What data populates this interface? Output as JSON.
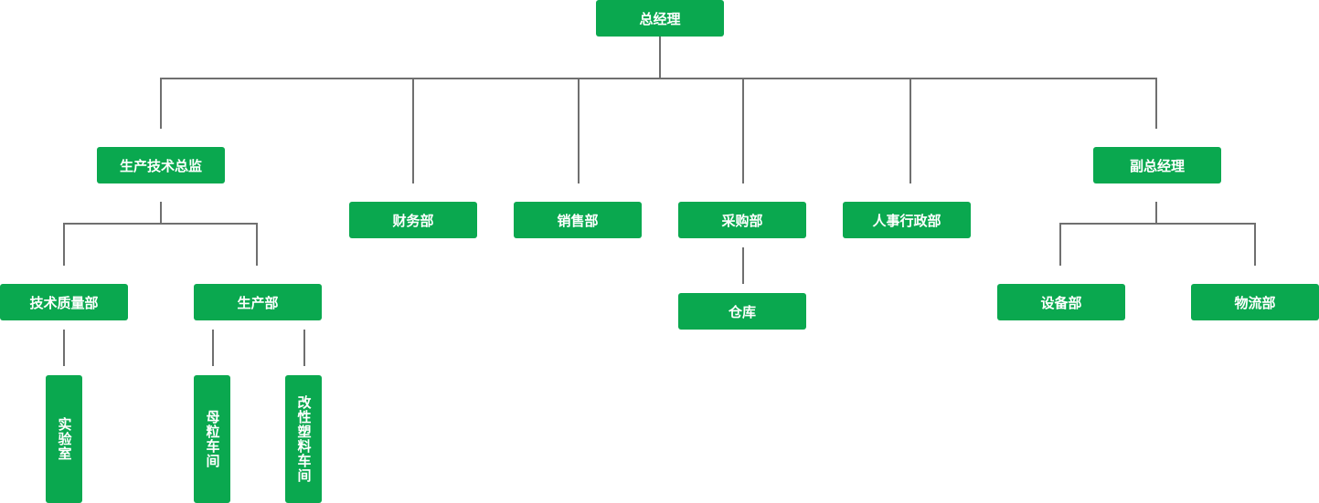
{
  "org": {
    "gm": "总经理",
    "prod_director": "生产技术总监",
    "finance": "财务部",
    "sales": "销售部",
    "purchase": "采购部",
    "hr_admin": "人事行政部",
    "deputy_gm": "副总经理",
    "tech_quality": "技术质量部",
    "production": "生产部",
    "warehouse": "仓库",
    "equipment": "设备部",
    "logistics": "物流部",
    "lab": "实验室",
    "masterbatch_workshop": "母粒车间",
    "modified_plastics_workshop": "改性塑料车间"
  },
  "colors": {
    "node": "#0aa84f",
    "line": "#6f6f6f",
    "text": "#ffffff"
  }
}
